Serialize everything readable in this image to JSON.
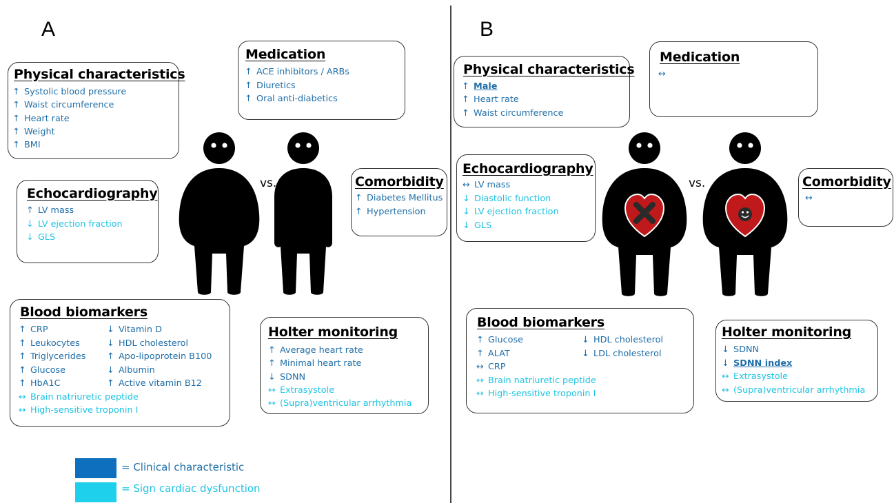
{
  "colors": {
    "clinical": "#1f6ea8",
    "sign": "#1fc3e4",
    "heart": "#c0191b",
    "figure": "#000000"
  },
  "panel_a": {
    "letter": "A",
    "vs": "vs.",
    "physical": {
      "title": "Physical characteristics",
      "items": [
        {
          "arrow": "↑",
          "text": "Systolic blood pressure",
          "kind": "clinical"
        },
        {
          "arrow": "↑",
          "text": "Waist circumference",
          "kind": "clinical"
        },
        {
          "arrow": "↑",
          "text": "Heart rate",
          "kind": "clinical"
        },
        {
          "arrow": "↑",
          "text": "Weight",
          "kind": "clinical"
        },
        {
          "arrow": "↑",
          "text": "BMI",
          "kind": "clinical"
        }
      ]
    },
    "medication": {
      "title": "Medication",
      "items": [
        {
          "arrow": "↑",
          "text": "ACE inhibitors / ARBs",
          "kind": "clinical"
        },
        {
          "arrow": "↑",
          "text": "Diuretics",
          "kind": "clinical"
        },
        {
          "arrow": "↑",
          "text": "Oral anti-diabetics",
          "kind": "clinical"
        }
      ]
    },
    "echo": {
      "title": "Echocardiography",
      "items": [
        {
          "arrow": "↑",
          "text": "LV mass",
          "kind": "clinical"
        },
        {
          "arrow": "↓",
          "text": "LV ejection fraction",
          "kind": "sign"
        },
        {
          "arrow": "↓",
          "text": "GLS",
          "kind": "sign"
        }
      ]
    },
    "comorbidity": {
      "title": "Comorbidity",
      "items": [
        {
          "arrow": "↑",
          "text": "Diabetes Mellitus",
          "kind": "clinical"
        },
        {
          "arrow": "↑",
          "text": "Hypertension",
          "kind": "clinical"
        }
      ]
    },
    "blood": {
      "title": "Blood biomarkers",
      "left": [
        {
          "arrow": "↑",
          "text": "CRP",
          "kind": "clinical"
        },
        {
          "arrow": "↑",
          "text": "Leukocytes",
          "kind": "clinical"
        },
        {
          "arrow": "↑",
          "text": "Triglycerides",
          "kind": "clinical"
        },
        {
          "arrow": "↑",
          "text": "Glucose",
          "kind": "clinical"
        },
        {
          "arrow": "↑",
          "text": "HbA1C",
          "kind": "clinical"
        },
        {
          "arrow": "↔",
          "text": "Brain natriuretic peptide",
          "kind": "sign"
        },
        {
          "arrow": "↔",
          "text": "High-sensitive troponin I",
          "kind": "sign"
        }
      ],
      "right": [
        {
          "arrow": "↓",
          "text": "Vitamin D",
          "kind": "clinical"
        },
        {
          "arrow": "↓",
          "text": "HDL cholesterol",
          "kind": "clinical"
        },
        {
          "arrow": "↑",
          "text": "Apo-lipoprotein  B100",
          "kind": "clinical"
        },
        {
          "arrow": "↓",
          "text": "Albumin",
          "kind": "clinical"
        },
        {
          "arrow": "↑",
          "text": "Active vitamin B12",
          "kind": "clinical"
        }
      ]
    },
    "holter": {
      "title": "Holter monitoring",
      "items": [
        {
          "arrow": "↑",
          "text": "Average heart rate",
          "kind": "clinical"
        },
        {
          "arrow": "↑",
          "text": "Minimal heart rate",
          "kind": "clinical"
        },
        {
          "arrow": "↓",
          "text": "SDNN",
          "kind": "clinical"
        },
        {
          "arrow": "↔",
          "text": "Extrasystole",
          "kind": "sign"
        },
        {
          "arrow": "↔",
          "text": "(Supra)ventricular arrhythmia",
          "kind": "sign"
        }
      ]
    }
  },
  "panel_b": {
    "letter": "B",
    "vs": "vs.",
    "physical": {
      "title": "Physical characteristics",
      "items": [
        {
          "arrow": "↑",
          "text": "Male",
          "kind": "clinical",
          "bold": true
        },
        {
          "arrow": "↑",
          "text": "Heart rate",
          "kind": "clinical"
        },
        {
          "arrow": "↑",
          "text": "Waist circumference",
          "kind": "clinical"
        }
      ]
    },
    "medication": {
      "title": "Medication",
      "items": [
        {
          "arrow": "↔",
          "text": "",
          "kind": "clinical"
        }
      ]
    },
    "echo": {
      "title": "Echocardiography",
      "items": [
        {
          "arrow": "↔",
          "text": "LV mass",
          "kind": "clinical"
        },
        {
          "arrow": "↓",
          "text": "Diastolic function",
          "kind": "sign"
        },
        {
          "arrow": "↓",
          "text": "LV ejection fraction",
          "kind": "sign"
        },
        {
          "arrow": "↓",
          "text": "GLS",
          "kind": "sign"
        }
      ]
    },
    "comorbidity": {
      "title": "Comorbidity",
      "items": [
        {
          "arrow": "↔",
          "text": "",
          "kind": "clinical"
        }
      ]
    },
    "blood": {
      "title": "Blood biomarkers",
      "left": [
        {
          "arrow": "↑",
          "text": "Glucose",
          "kind": "clinical"
        },
        {
          "arrow": "↑",
          "text": "ALAT",
          "kind": "clinical"
        },
        {
          "arrow": "↔",
          "text": "CRP",
          "kind": "clinical"
        },
        {
          "arrow": "↔",
          "text": "Brain natriuretic peptide",
          "kind": "sign"
        },
        {
          "arrow": "↔",
          "text": "High-sensitive troponin I",
          "kind": "sign"
        }
      ],
      "right": [
        {
          "arrow": "↓",
          "text": "HDL cholesterol",
          "kind": "clinical"
        },
        {
          "arrow": "↓",
          "text": "LDL cholesterol",
          "kind": "clinical"
        }
      ]
    },
    "holter": {
      "title": "Holter monitoring",
      "items": [
        {
          "arrow": "↓",
          "text": "SDNN",
          "kind": "clinical"
        },
        {
          "arrow": "↓",
          "text": "SDNN index",
          "kind": "clinical",
          "bold": true
        },
        {
          "arrow": "↔",
          "text": "Extrasystole",
          "kind": "sign"
        },
        {
          "arrow": "↔",
          "text": "(Supra)ventricular arrhythmia",
          "kind": "sign"
        }
      ]
    }
  },
  "legend": {
    "clinical": "= Clinical characteristic",
    "sign": "= Sign cardiac dysfunction"
  }
}
